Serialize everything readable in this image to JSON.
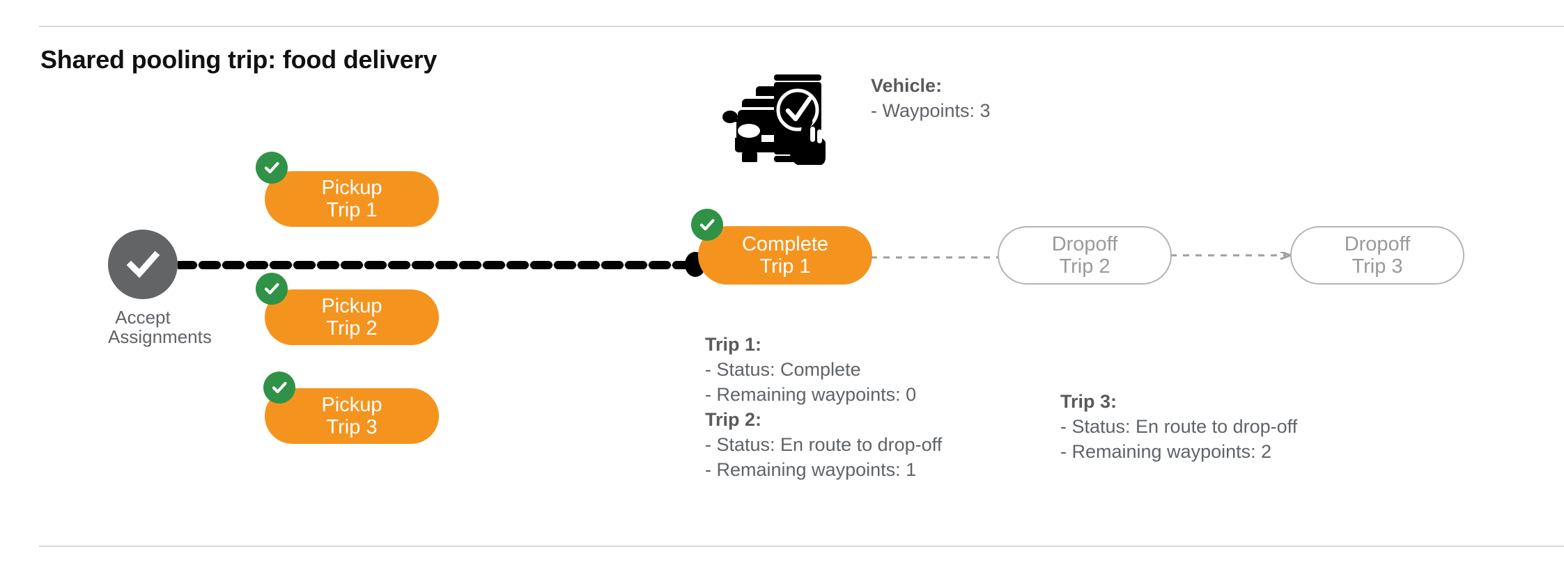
{
  "page": {
    "title": "Shared pooling trip: food delivery",
    "colors": {
      "orange": "#f4941f",
      "green": "#2f9247",
      "gray_node": "#636466",
      "ghost_border": "#b4b4b4",
      "text_gray": "#5f6368",
      "rule": "#d9d9d9",
      "line_black": "#000000"
    }
  },
  "flow": {
    "start_node": {
      "label": "Accept\nAssignments",
      "icon": "check-circle-icon"
    },
    "pickups": [
      {
        "line1": "Pickup",
        "line2": "Trip 1",
        "state": "done",
        "badge": "check-badge"
      },
      {
        "line1": "Pickup",
        "line2": "Trip 2",
        "state": "done",
        "badge": "check-badge"
      },
      {
        "line1": "Pickup",
        "line2": "Trip 3",
        "state": "done",
        "badge": "check-badge"
      }
    ],
    "complete": {
      "line1": "Complete",
      "line2": "Trip 1",
      "state": "done",
      "badge": "check-badge"
    },
    "dropoffs": [
      {
        "line1": "Dropoff",
        "line2": "Trip 2",
        "state": "pending"
      },
      {
        "line1": "Dropoff",
        "line2": "Trip 3",
        "state": "pending"
      }
    ]
  },
  "vehicle": {
    "icon": "car-phone-check-icon",
    "heading": "Vehicle:",
    "waypoints_line": "- Waypoints: 3"
  },
  "trips": {
    "trip1": {
      "heading": "Trip 1:",
      "status_line": "- Status:  Complete",
      "waypoints_line": "- Remaining waypoints: 0"
    },
    "trip2": {
      "heading": "Trip 2:",
      "status_line": "- Status:  En route to drop-off",
      "waypoints_line": "- Remaining waypoints: 1"
    },
    "trip3": {
      "heading": "Trip 3:",
      "status_line": "- Status:  En route to drop-off",
      "waypoints_line": "- Remaining waypoints: 2"
    }
  }
}
